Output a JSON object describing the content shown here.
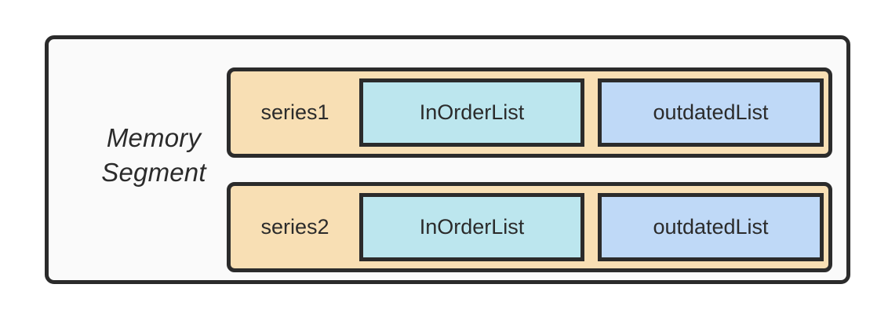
{
  "diagram": {
    "title": "Memory Segment",
    "container": {
      "label_line_1": "Memory",
      "label_line_2": "Segment",
      "label": "Memory\nSegment",
      "background_color": "#fafafa",
      "border_color": "#2b2b2b"
    },
    "rows": [
      {
        "name": "series1",
        "fill_color": "#f8dfb4",
        "boxes": [
          {
            "label": "InOrderList",
            "fill_color": "#bce6ee"
          },
          {
            "label": "outdatedList",
            "fill_color": "#bfd9f7"
          }
        ]
      },
      {
        "name": "series2",
        "fill_color": "#f8dfb4",
        "boxes": [
          {
            "label": "InOrderList",
            "fill_color": "#bce6ee"
          },
          {
            "label": "outdatedList",
            "fill_color": "#bfd9f7"
          }
        ]
      }
    ]
  },
  "colors": {
    "page_background": "#ffffff",
    "stroke": "#2b2b2b",
    "segment_fill": "#fafafa",
    "series_fill": "#f8dfb4",
    "inorder_fill": "#bce6ee",
    "outdated_fill": "#bfd9f7",
    "text": "#2b2b2b"
  }
}
